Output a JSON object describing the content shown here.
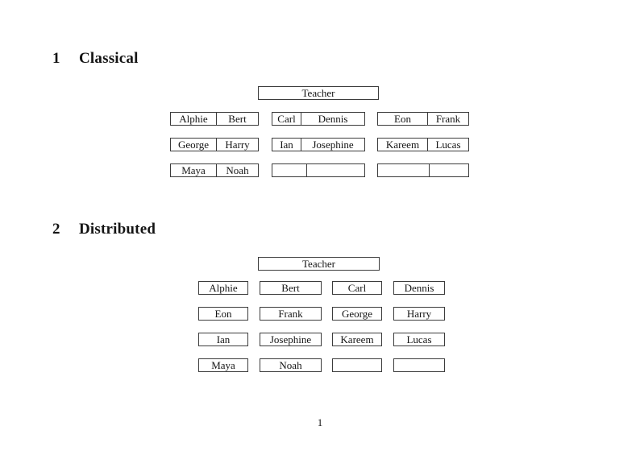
{
  "document": {
    "page_number": "1",
    "sections": [
      {
        "number": "1",
        "title": "Classical",
        "teacher_label": "Teacher",
        "rows": [
          [
            [
              "Alphie",
              "Bert"
            ],
            [
              "Carl",
              "Dennis"
            ],
            [
              "Eon",
              "Frank"
            ]
          ],
          [
            [
              "George",
              "Harry"
            ],
            [
              "Ian",
              "Josephine"
            ],
            [
              "Kareem",
              "Lucas"
            ]
          ],
          [
            [
              "Maya",
              "Noah"
            ],
            [
              "",
              ""
            ],
            [
              "",
              ""
            ]
          ]
        ]
      },
      {
        "number": "2",
        "title": "Distributed",
        "teacher_label": "Teacher",
        "rows": [
          [
            "Alphie",
            "Bert",
            "Carl",
            "Dennis"
          ],
          [
            "Eon",
            "Frank",
            "George",
            "Harry"
          ],
          [
            "Ian",
            "Josephine",
            "Kareem",
            "Lucas"
          ],
          [
            "Maya",
            "Noah",
            "",
            ""
          ]
        ]
      }
    ]
  }
}
